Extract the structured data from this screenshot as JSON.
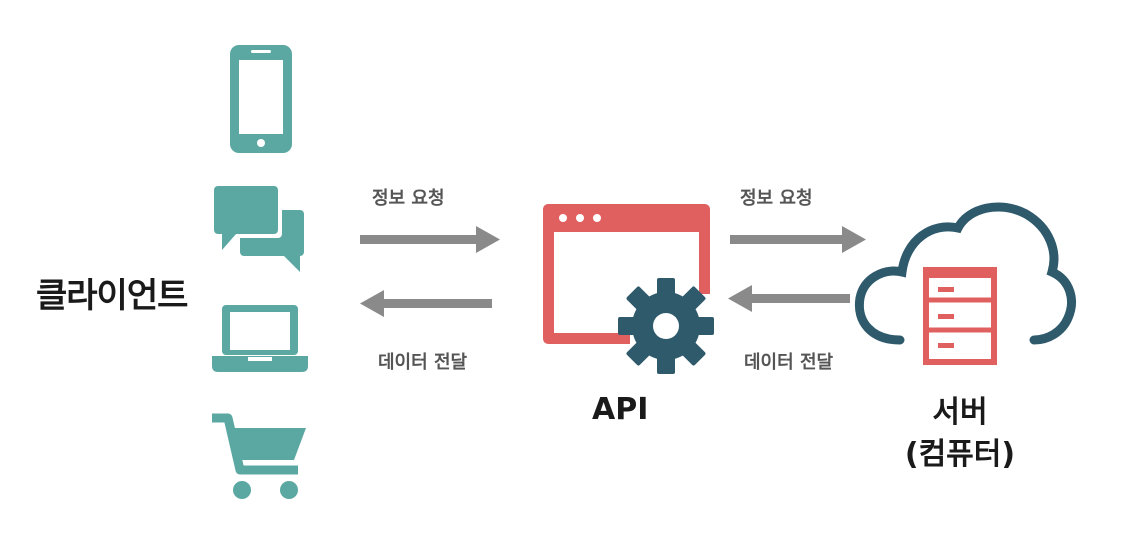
{
  "client": {
    "label": "클라이언트"
  },
  "api": {
    "label": "API"
  },
  "server": {
    "label_line1": "서버",
    "label_line2": "(컴퓨터)"
  },
  "flows": {
    "left_request": "정보 요청",
    "left_response": "데이터 전달",
    "right_request": "정보 요청",
    "right_response": "데이터 전달"
  },
  "colors": {
    "teal": "#5ba8a2",
    "red": "#e06060",
    "gear": "#2f5a6c",
    "arrow": "#8a8a8a",
    "cloud": "#2f5a6c"
  },
  "icons": [
    "smartphone-icon",
    "chat-bubbles-icon",
    "laptop-icon",
    "shopping-cart-icon",
    "browser-window-icon",
    "gear-icon",
    "cloud-icon",
    "server-rack-icon"
  ]
}
